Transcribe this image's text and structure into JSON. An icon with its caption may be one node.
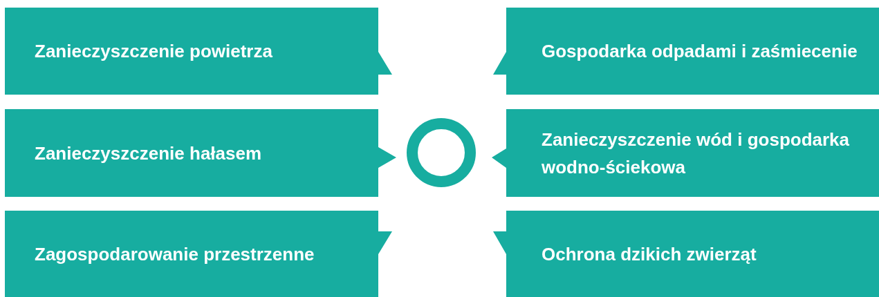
{
  "diagram": {
    "nodes": [
      {
        "text": [
          "Zanieczyszczenie powietrza"
        ]
      },
      {
        "text": [
          "Gospodarka odpadami i zaśmiecenie"
        ]
      },
      {
        "text": [
          "Zanieczyszczenie hałasem"
        ]
      },
      {
        "text": [],
        "shape": "circle"
      },
      {
        "text": [
          "Zanieczyszczenie wód i gospodarka wodno-ściekowa"
        ]
      },
      {
        "text": [
          "Zagospodarowanie przestrzenne"
        ]
      },
      {
        "text": [
          "Ochrona dzikich zwierząt"
        ]
      }
    ]
  }
}
